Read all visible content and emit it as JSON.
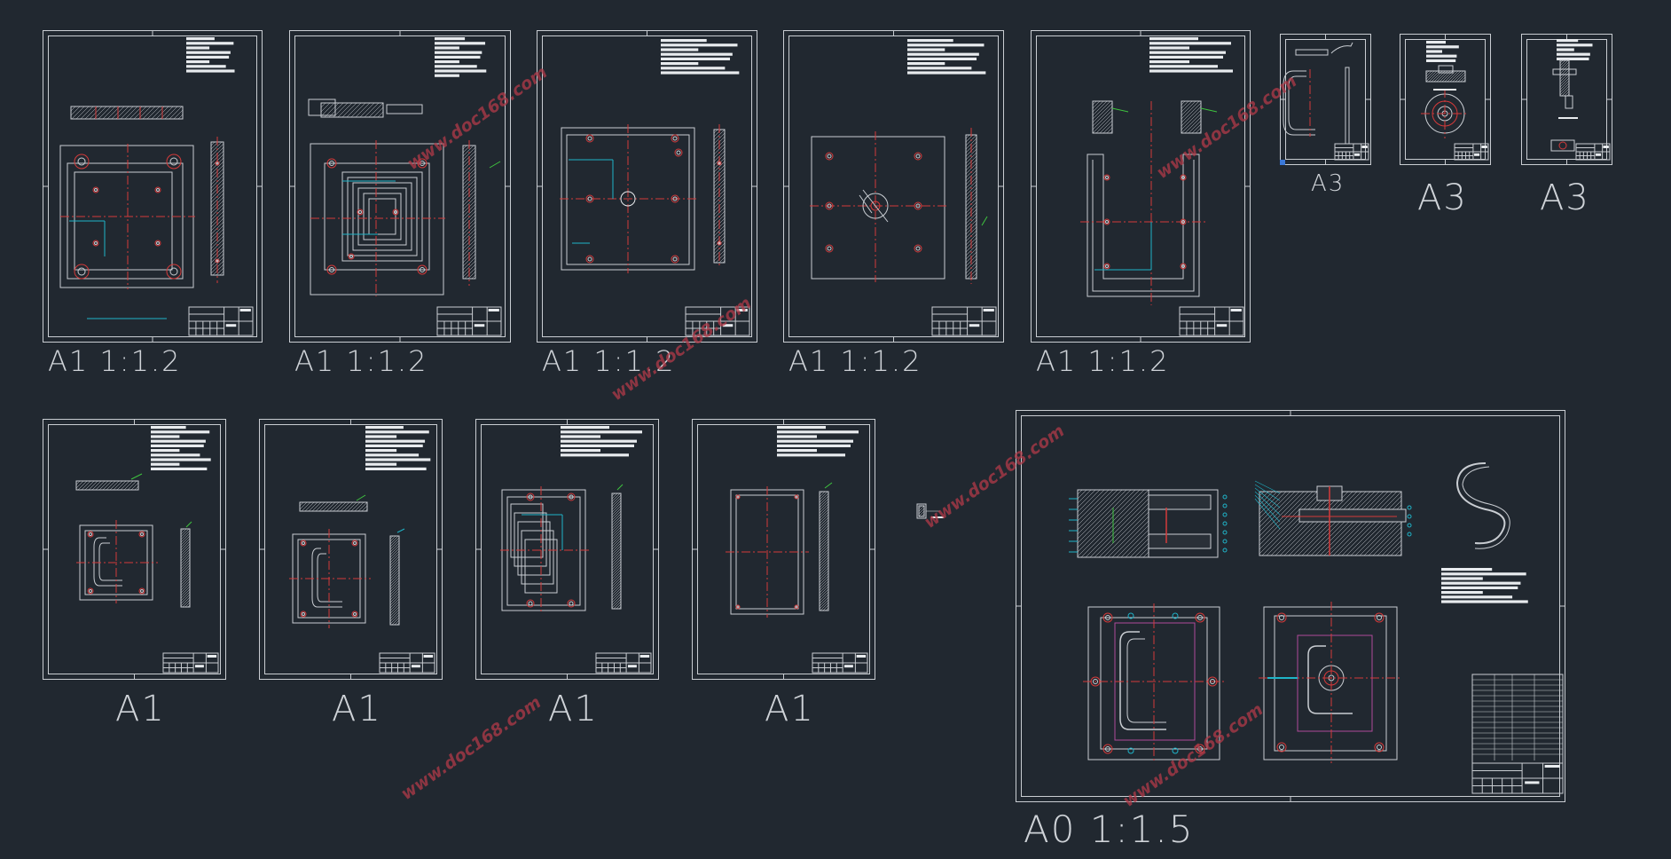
{
  "sheets": [
    {
      "id": "s1",
      "label": "A1  1:1.2"
    },
    {
      "id": "s2",
      "label": "A1  1:1.2"
    },
    {
      "id": "s3",
      "label": "A1  1:1.2"
    },
    {
      "id": "s4",
      "label": "A1  1:1.2"
    },
    {
      "id": "s5",
      "label": "A1  1:1.2"
    },
    {
      "id": "s6",
      "label": "A3"
    },
    {
      "id": "s7",
      "label": "A3"
    },
    {
      "id": "s8",
      "label": "A3"
    },
    {
      "id": "s9",
      "label": "A1"
    },
    {
      "id": "s10",
      "label": "A1"
    },
    {
      "id": "s11",
      "label": "A1"
    },
    {
      "id": "s12",
      "label": "A1"
    },
    {
      "id": "s13",
      "label": "A0  1:1.5"
    }
  ],
  "watermark": "www.doc168.com",
  "colors": {
    "background": "#212830",
    "line": "#c9cdd2",
    "center": "#d43a3a",
    "dim": "#1fb4c8",
    "note": "#3fc43f"
  }
}
